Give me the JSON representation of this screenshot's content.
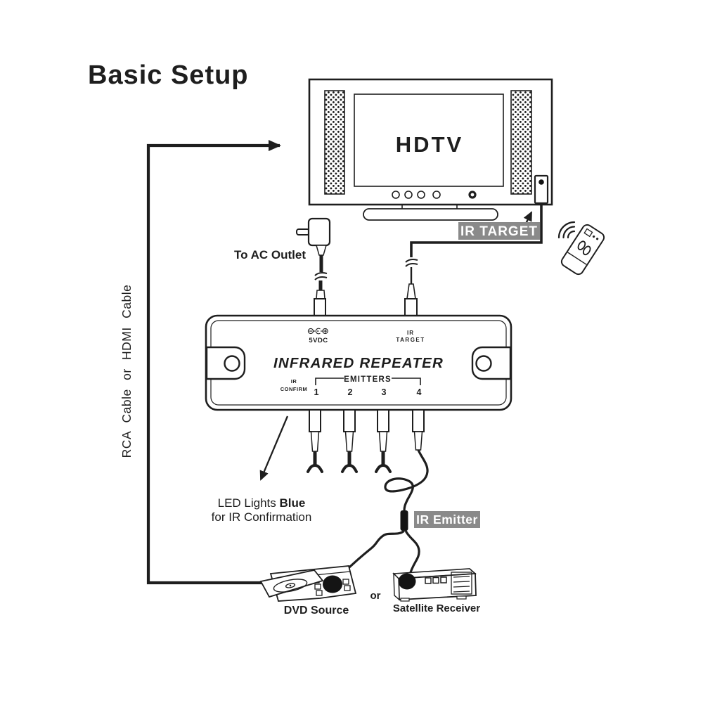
{
  "title": "Basic Setup",
  "tv": {
    "screen_label": "HDTV"
  },
  "badges": {
    "ir_target": "IR TARGET",
    "ir_emitter": "IR Emitter"
  },
  "cables": {
    "vertical_label": "RCA Cable or HDMI Cable",
    "ac_label": "To AC Outlet"
  },
  "repeater": {
    "title": "INFRARED REPEATER",
    "power_label": "5VDC",
    "ir_target_line1": "IR",
    "ir_target_line2": "TARGET",
    "ir_confirm_line1": "IR",
    "ir_confirm_line2": "CONFIRM",
    "emitters_label": "EMITTERS",
    "emitter_ports": [
      "1",
      "2",
      "3",
      "4"
    ]
  },
  "annotations": {
    "led_line1_normal": "LED Lights ",
    "led_line1_bold": "Blue",
    "led_line2": "for IR Confirmation"
  },
  "sources": {
    "dvd": "DVD Source",
    "or": "or",
    "satellite": "Satellite Receiver"
  },
  "colors": {
    "ink": "#1e1e1e",
    "badge_bg": "#8a8a8a",
    "badge_text": "#ffffff",
    "background": "#ffffff"
  }
}
